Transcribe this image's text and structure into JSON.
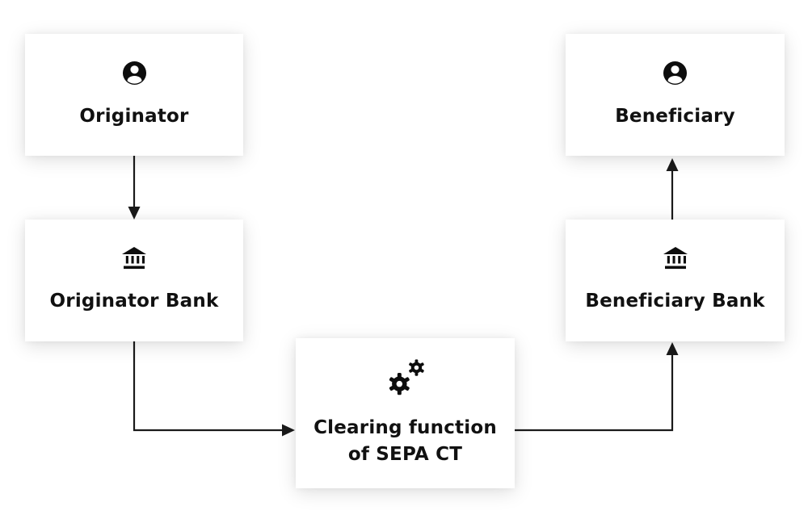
{
  "diagram": {
    "type": "flowchart",
    "colors": {
      "canvas_bg": "#ffffff",
      "node_bg": "#ffffff",
      "text": "#111111",
      "icon": "#0d0d0d",
      "arrow": "#1a1a1a"
    },
    "nodes": [
      {
        "id": "originator",
        "label": "Originator",
        "icon": "user-icon"
      },
      {
        "id": "originator-bank",
        "label": "Originator Bank",
        "icon": "bank-icon"
      },
      {
        "id": "clearing",
        "label": "Clearing function\nof SEPA CT",
        "icon": "gears-icon"
      },
      {
        "id": "beneficiary",
        "label": "Beneficiary",
        "icon": "user-icon"
      },
      {
        "id": "beneficiary-bank",
        "label": "Beneficiary Bank",
        "icon": "bank-icon"
      }
    ],
    "edges": [
      {
        "from": "originator",
        "to": "originator-bank"
      },
      {
        "from": "originator-bank",
        "to": "clearing"
      },
      {
        "from": "clearing",
        "to": "beneficiary-bank"
      },
      {
        "from": "beneficiary-bank",
        "to": "beneficiary"
      }
    ]
  }
}
